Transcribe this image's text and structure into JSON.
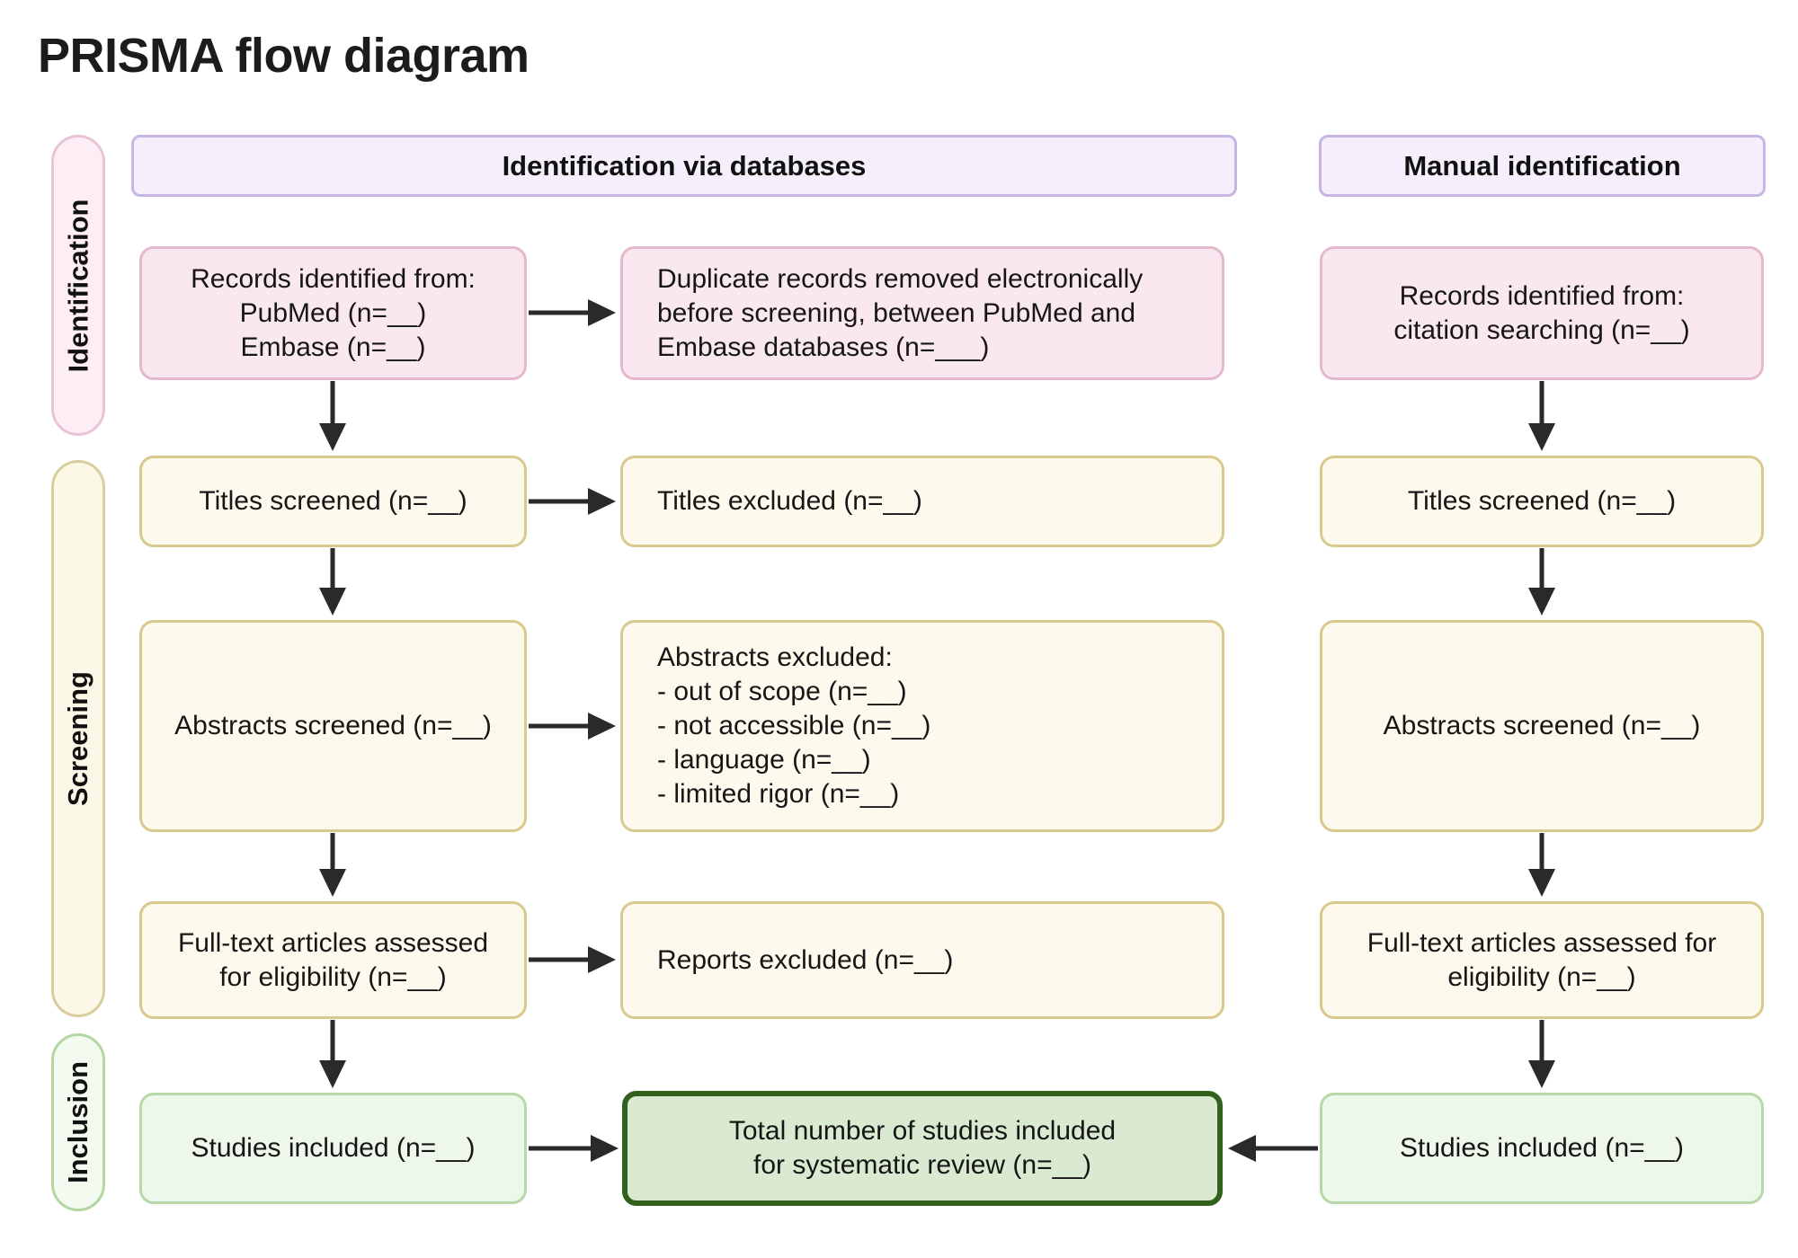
{
  "title": "PRISMA flow diagram",
  "headers": {
    "databases": "Identification via databases",
    "manual": "Manual identification"
  },
  "stages": {
    "identification": "Identification",
    "screening": "Screening",
    "inclusion": "Inclusion"
  },
  "boxes": {
    "db_records": {
      "lines": [
        "Records identified from:",
        "PubMed (n=__)",
        "Embase (n=__)"
      ]
    },
    "duplicates": {
      "lines": [
        "Duplicate records removed electronically",
        "before screening, between PubMed and",
        "Embase databases (n=___)"
      ]
    },
    "manual_records": {
      "lines": [
        "Records identified from:",
        "citation searching  (n=__)"
      ]
    },
    "db_titles_screened": {
      "text": "Titles screened (n=__)"
    },
    "titles_excluded": {
      "text": "Titles excluded  (n=__)"
    },
    "manual_titles_screened": {
      "text": "Titles screened (n=__)"
    },
    "db_abstracts_screened": {
      "text": "Abstracts screened (n=__)"
    },
    "abstracts_excluded": {
      "lines": [
        "Abstracts excluded:",
        "- out of scope (n=__)",
        "- not accessible (n=__)",
        "- language (n=__)",
        "- limited rigor (n=__)"
      ]
    },
    "manual_abstracts_screened": {
      "text": "Abstracts screened (n=__)"
    },
    "db_fulltext": {
      "lines": [
        "Full-text articles assessed",
        "for eligibility (n=__)"
      ]
    },
    "reports_excluded": {
      "text": "Reports excluded (n=__)"
    },
    "manual_fulltext": {
      "lines": [
        "Full-text articles  assessed for",
        "eligibility (n=__)"
      ]
    },
    "db_studies_included": {
      "text": "Studies included (n=__)"
    },
    "total_included": {
      "lines": [
        "Total number of studies included",
        "for systematic review (n=__)"
      ]
    },
    "manual_studies_included": {
      "text": "Studies included (n=__)"
    }
  },
  "colors": {
    "lavender_fill": "#f5effb",
    "lavender_border": "#c7b5e3",
    "pink_fill": "#fae8f1",
    "pink_border": "#e4b9ce",
    "sidebar_pink_fill": "#fdeef5",
    "cream_fill": "#fdf9ec",
    "cream_border": "#d8c98e",
    "green_light_fill": "#edf7ea",
    "green_light_border": "#b7d8a8",
    "green_total_fill": "#d9ead0",
    "green_total_border": "#31611c",
    "arrow": "#2a2a2a",
    "text": "#161616"
  }
}
